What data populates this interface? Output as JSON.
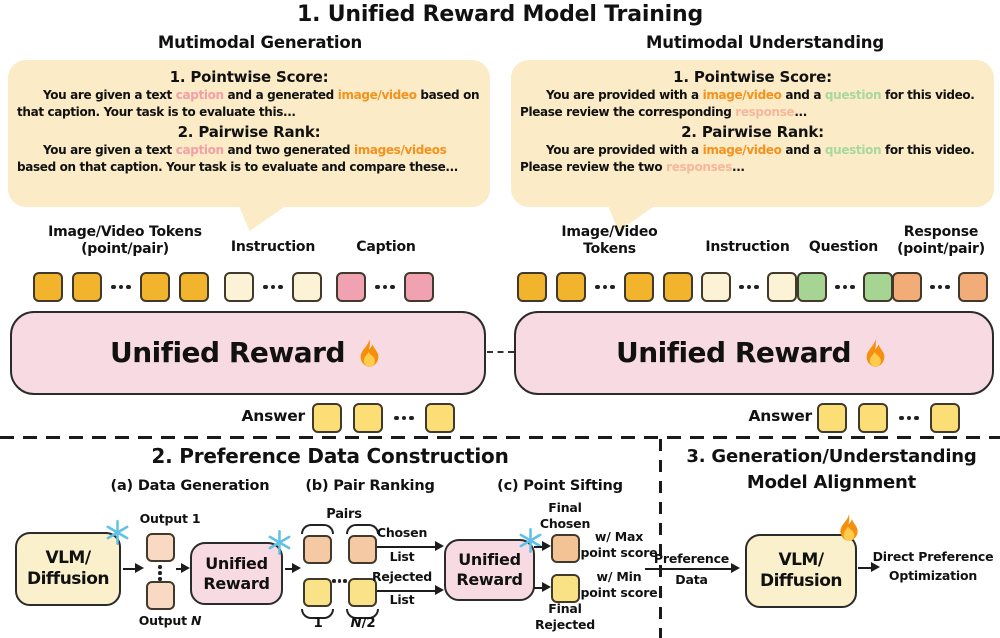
{
  "colors": {
    "bubble_bg": "#FBEBC6",
    "gold": "#F2B42C",
    "cream": "#FCF3D6",
    "pink": "#F0A2B2",
    "green": "#A6D593",
    "salmon": "#F2AC77",
    "answer_yellow": "#FBDF76",
    "model_pink": "#F8DAE2",
    "vlm_cream": "#FAF0CB",
    "output_peach": "#FAD9C3",
    "pair_orange": "#F5C9A4",
    "pair_yellow": "#F9E287",
    "final_orange": "#F3C295",
    "final_yellow": "#F9E185"
  },
  "section1": {
    "title": "1. Unified Reward Model Training",
    "generation": {
      "header": "Mutimodal Generation",
      "bubble": {
        "heading1": "1. Pointwise Score:",
        "para1": [
          {
            "text": "You are given a text "
          },
          {
            "text": "caption",
            "color": "#F2A0A6"
          },
          {
            "text": " and a generated "
          },
          {
            "text": "image/video",
            "color": "#F5921D"
          },
          {
            "text": " based on that caption. Your task is to evaluate this..."
          }
        ],
        "heading2": "2. Pairwise Rank:",
        "para2": [
          {
            "text": "You are given a text "
          },
          {
            "text": "caption",
            "color": "#F2A0A6"
          },
          {
            "text": " and two generated "
          },
          {
            "text": "images/videos",
            "color": "#F5921D"
          },
          {
            "text": " based on that caption. Your task is to evaluate and compare these..."
          }
        ]
      },
      "labels": {
        "tokens_line1": "Image/Video Tokens",
        "tokens_line2": "(point/pair)",
        "instruction": "Instruction",
        "caption": "Caption"
      },
      "model": "Unified Reward",
      "answer": "Answer"
    },
    "understanding": {
      "header": "Mutimodal Understanding",
      "bubble": {
        "heading1": "1. Pointwise Score:",
        "para1": [
          {
            "text": "You are provided with a "
          },
          {
            "text": "image/video",
            "color": "#F5921D"
          },
          {
            "text": " and a "
          },
          {
            "text": "question",
            "color": "#A8D89B"
          },
          {
            "text": " for this video. Please review the corresponding "
          },
          {
            "text": "response",
            "color": "#F6B79E"
          },
          {
            "text": "..."
          }
        ],
        "heading2": "2. Pairwise Rank:",
        "para2": [
          {
            "text": "You are provided with a "
          },
          {
            "text": "image/video",
            "color": "#F5921D"
          },
          {
            "text": " and a "
          },
          {
            "text": "question",
            "color": "#A8D89B"
          },
          {
            "text": " for this video. Please review the two "
          },
          {
            "text": "responses",
            "color": "#F6B79E"
          },
          {
            "text": "..."
          }
        ]
      },
      "labels": {
        "tokens_line1": "Image/Video",
        "tokens_line2": "Tokens",
        "instruction": "Instruction",
        "question": "Question",
        "response_line1": "Response",
        "response_line2": "(point/pair)"
      },
      "model": "Unified Reward",
      "answer": "Answer"
    }
  },
  "section2": {
    "title": "2. Preference Data Construction",
    "sub_a": "(a) Data Generation",
    "sub_b": "(b) Pair Ranking",
    "sub_c": "(c) Point Sifting",
    "vlm_line1": "VLM/",
    "vlm_line2": "Diffusion",
    "output_1": "Output 1",
    "output_n": [
      {
        "text": "Output "
      },
      {
        "text": "N",
        "italic": true
      }
    ],
    "reward_line1": "Unified",
    "reward_line2": "Reward",
    "pairs": "Pairs",
    "pair_idx_1": "1",
    "pair_idx_n": [
      {
        "text": "N",
        "italic": true
      },
      {
        "text": "/2"
      }
    ],
    "chosen_line1": "Chosen",
    "chosen_line2": "List",
    "rejected_line1": "Rejected",
    "rejected_line2": "List",
    "final_chosen_line1": "Final",
    "final_chosen_line2": "Chosen",
    "final_rejected_line1": "Final",
    "final_rejected_line2": "Rejected",
    "wmax_line1": "w/ Max",
    "wmax_line2": "point score",
    "wmin_line1": "w/ Min",
    "wmin_line2": "point score"
  },
  "section3": {
    "title_line1": "3. Generation/Understanding",
    "title_line2": "Model Alignment",
    "pref_line1": "Preference",
    "pref_line2": "Data",
    "vlm_line1": "VLM/",
    "vlm_line2": "Diffusion",
    "dpo_line1": "Direct Preference",
    "dpo_line2": "Optimization"
  }
}
